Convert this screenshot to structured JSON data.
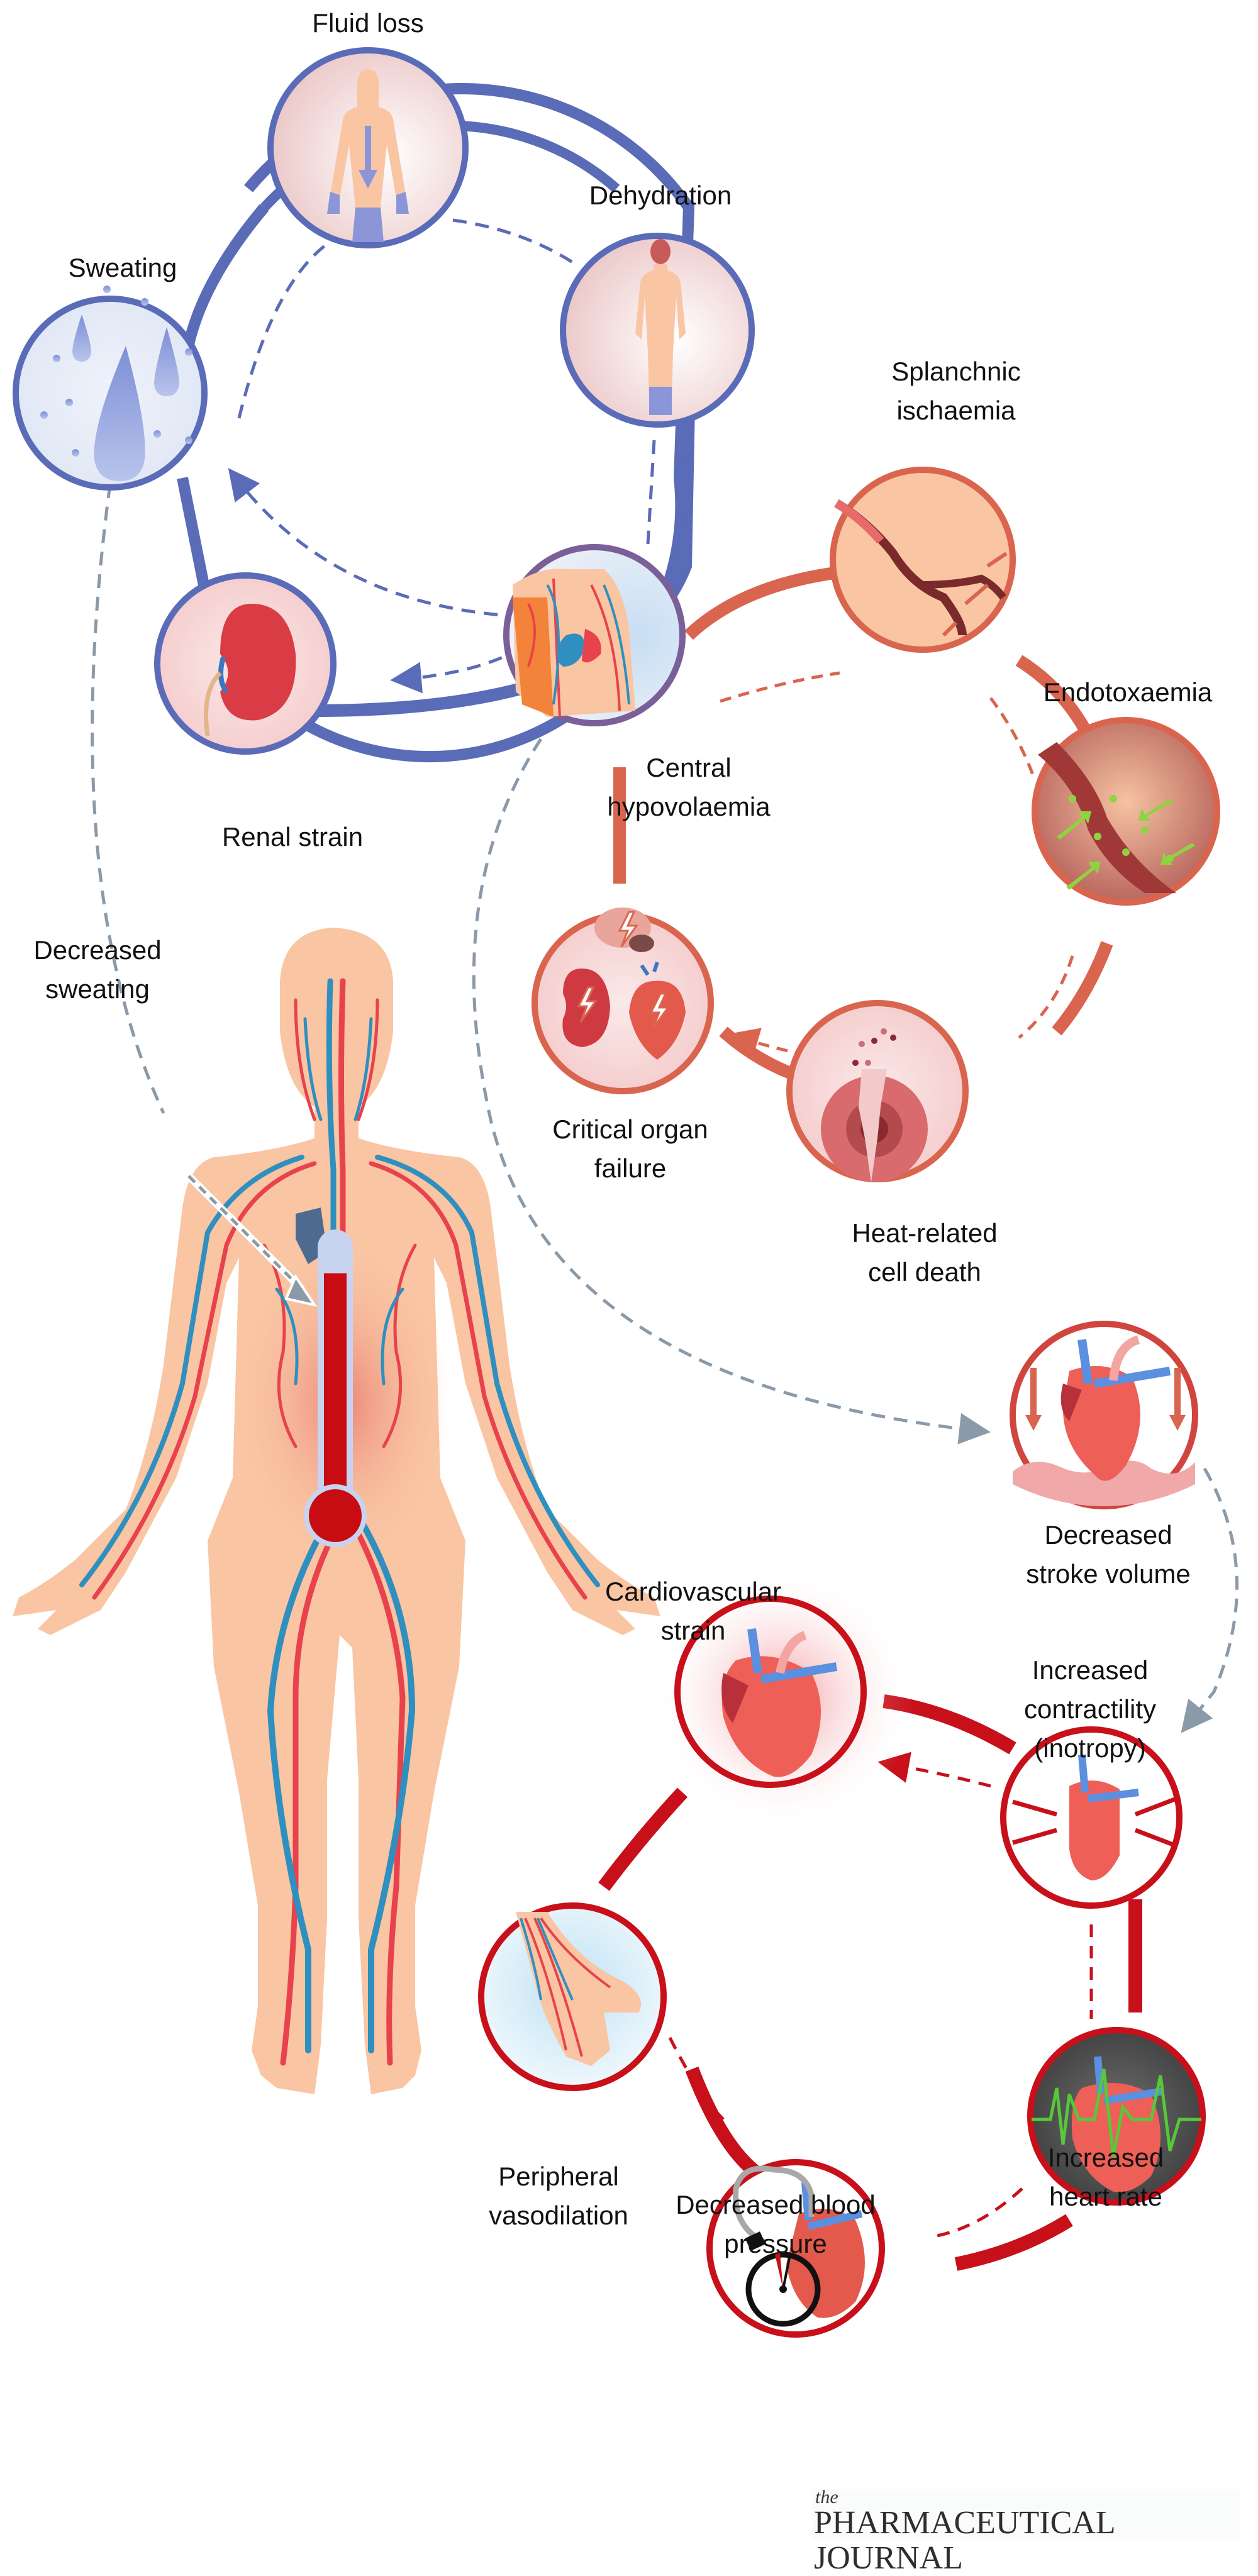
{
  "colors": {
    "blue_cycle": "#5a6bb8",
    "orange_cycle": "#d9654f",
    "red_cycle": "#c8101a",
    "connector_grey": "#8a9aa8",
    "skin": "#f9c5a3",
    "artery": "#e8424d",
    "vein": "#2f8fbf",
    "thermometer_fill": "#c80d12",
    "thermometer_tube": "#c8d4ef"
  },
  "fluid_cycle": {
    "nodes": [
      {
        "id": "fluid-loss",
        "label": "Fluid loss",
        "icon": "body-fluid-arrow-icon"
      },
      {
        "id": "dehydration",
        "label": "Dehydration",
        "icon": "body-dehydration-icon"
      },
      {
        "id": "central-hypovolaemia",
        "label": "Central hypovolaemia",
        "label_lines": [
          "Central",
          "hypovolaemia"
        ],
        "icon": "torso-vessels-icon"
      },
      {
        "id": "renal-strain",
        "label": "Renal strain",
        "icon": "kidney-icon"
      },
      {
        "id": "sweating",
        "label": "Sweating",
        "icon": "sweat-drops-icon"
      }
    ]
  },
  "gut_cycle": {
    "nodes": [
      {
        "id": "splanchnic-ischaemia",
        "label_lines": [
          "Splanchnic",
          "ischaemia"
        ],
        "icon": "constricted-vessel-icon"
      },
      {
        "id": "endotoxaemia",
        "label": "Endotoxaemia",
        "icon": "leaky-vessel-icon"
      },
      {
        "id": "heat-related-cell-death",
        "label_lines": [
          "Heat-related",
          "cell death"
        ],
        "icon": "ruptured-cell-icon"
      },
      {
        "id": "critical-organ-failure",
        "label_lines": [
          "Critical organ",
          "failure"
        ],
        "icon": "organs-lightning-icon"
      }
    ]
  },
  "cardio_cycle": {
    "nodes": [
      {
        "id": "decreased-stroke-volume",
        "label_lines": [
          "Decreased",
          "stroke volume"
        ],
        "icon": "heart-down-arrows-icon"
      },
      {
        "id": "increased-contractility",
        "label_lines": [
          "Increased",
          "contractility",
          "(inotropy)"
        ],
        "icon": "heart-squeeze-icon"
      },
      {
        "id": "increased-heart-rate",
        "label_lines": [
          "Increased",
          "heart rate"
        ],
        "icon": "heart-ecg-icon"
      },
      {
        "id": "decreased-blood-pressure",
        "label_lines": [
          "Decreased blood",
          "pressure"
        ],
        "icon": "heart-gauge-icon"
      },
      {
        "id": "peripheral-vasodilation",
        "label_lines": [
          "Peripheral",
          "vasodilation"
        ],
        "icon": "hand-vessels-icon"
      },
      {
        "id": "cardiovascular-strain",
        "label_lines": [
          "Cardiovascular",
          "strain"
        ],
        "icon": "heart-glow-icon"
      }
    ]
  },
  "body": {
    "decreased_sweating_lines": [
      "Decreased",
      "sweating"
    ],
    "icon": "human-circulation-icon",
    "thermometer_level": 0.85
  },
  "branding": {
    "logo_the": "the",
    "logo_name": "PHARMACEUTICAL JOURNAL"
  }
}
